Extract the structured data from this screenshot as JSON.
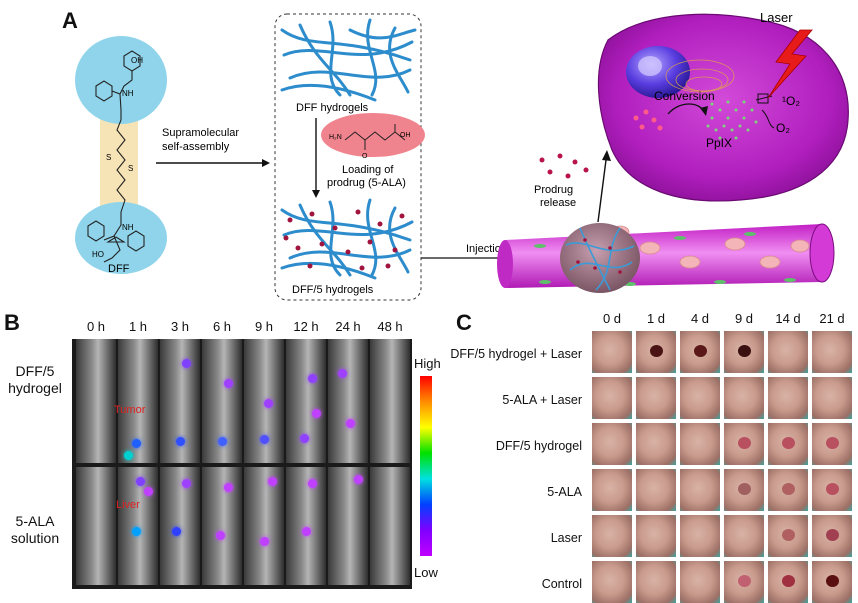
{
  "panels": {
    "a": "A",
    "b": "B",
    "c": "C"
  },
  "panel_a": {
    "molecule_label": "DFF",
    "assembly_arrow_label_1": "Supramolecular",
    "assembly_arrow_label_2": "self-assembly",
    "hydrogel_label": "DFF hydrogels",
    "loading_label_1": "Loading of",
    "loading_label_2": "prodrug (5-ALA)",
    "loaded_label": "DFF/5 hydrogels",
    "injection_label": "Injection",
    "release_label_1": "Prodrug",
    "release_label_2": "release",
    "laser_label": "Laser",
    "conversion_label": "Conversion",
    "pplx_label": "PpIX",
    "singlet_oxygen": "¹O₂",
    "oxygen": "O₂",
    "chem": {
      "oh": "OH",
      "nh": "NH",
      "s": "S",
      "ho": "HO",
      "h2n": "H₂N",
      "o": "O"
    }
  },
  "panel_b": {
    "timepoints": [
      "0 h",
      "1 h",
      "3 h",
      "6 h",
      "9 h",
      "12 h",
      "24 h",
      "48 h"
    ],
    "rows": [
      {
        "line1": "DFF/5",
        "line2": "hydrogel"
      },
      {
        "line1": "5-ALA",
        "line2": "solution"
      }
    ],
    "annotation_tumor": "Tumor",
    "annotation_liver": "Liver",
    "scale_high": "High",
    "scale_low": "Low"
  },
  "panel_c": {
    "days": [
      "0 d",
      "1 d",
      "4 d",
      "9 d",
      "14 d",
      "21 d"
    ],
    "groups": [
      "DFF/5 hydrogel + Laser",
      "5-ALA + Laser",
      "DFF/5 hydrogel",
      "5-ALA",
      "Laser",
      "Control"
    ]
  }
}
